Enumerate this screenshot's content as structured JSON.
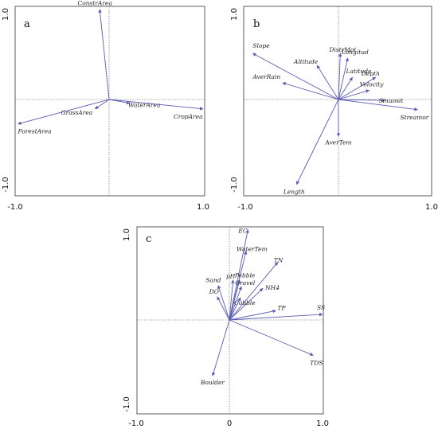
{
  "chart_data": [
    {
      "type": "biplot",
      "panel": "a",
      "xlim": [
        -1.0,
        1.0
      ],
      "ylim": [
        -1.0,
        1.0
      ],
      "x_ticks": [
        "-1.0",
        "1.0"
      ],
      "y_ticks": [
        "1.0",
        "-1.0"
      ],
      "vectors": [
        {
          "name": "ConstrArea",
          "x": -0.1,
          "y": 0.96
        },
        {
          "name": "GrassArea",
          "x": -0.15,
          "y": -0.1
        },
        {
          "name": "ForestArea",
          "x": -0.97,
          "y": -0.26
        },
        {
          "name": "WaterArea",
          "x": 0.22,
          "y": -0.04
        },
        {
          "name": "CropArea",
          "x": 1.0,
          "y": -0.1
        }
      ]
    },
    {
      "type": "biplot",
      "panel": "b",
      "xlim": [
        -1.0,
        1.0
      ],
      "ylim": [
        -1.0,
        1.0
      ],
      "x_ticks": [
        "-1.0",
        "1.0"
      ],
      "y_ticks": [
        "1.0",
        "-1.0"
      ],
      "vectors": [
        {
          "name": "Slope",
          "x": -0.92,
          "y": 0.5
        },
        {
          "name": "AverRain",
          "x": -0.6,
          "y": 0.18
        },
        {
          "name": "Altitude",
          "x": -0.23,
          "y": 0.37
        },
        {
          "name": "DistrMot",
          "x": 0.02,
          "y": 0.5
        },
        {
          "name": "Longitud",
          "x": 0.1,
          "y": 0.45
        },
        {
          "name": "Latitude",
          "x": 0.15,
          "y": 0.24
        },
        {
          "name": "Depth",
          "x": 0.4,
          "y": 0.24
        },
        {
          "name": "Velocity",
          "x": 0.33,
          "y": 0.1
        },
        {
          "name": "Sinuosit",
          "x": 0.5,
          "y": -0.01
        },
        {
          "name": "Streamor",
          "x": 0.85,
          "y": -0.11
        },
        {
          "name": "AverTem",
          "x": 0.0,
          "y": -0.4
        },
        {
          "name": "Length",
          "x": -0.45,
          "y": -0.92
        }
      ]
    },
    {
      "type": "biplot",
      "panel": "c",
      "xlim": [
        -1.0,
        1.0
      ],
      "ylim": [
        -1.0,
        1.0
      ],
      "x_ticks": [
        "-1.0",
        "0",
        "1.0"
      ],
      "y_ticks": [
        "1.0",
        "-1.0"
      ],
      "vectors": [
        {
          "name": "EC",
          "x": 0.2,
          "y": 0.97
        },
        {
          "name": "WaterTem",
          "x": 0.18,
          "y": 0.74
        },
        {
          "name": "TN",
          "x": 0.52,
          "y": 0.62
        },
        {
          "name": "Pebble",
          "x": 0.11,
          "y": 0.43
        },
        {
          "name": "pH",
          "x": 0.04,
          "y": 0.43
        },
        {
          "name": "Sand",
          "x": -0.12,
          "y": 0.37
        },
        {
          "name": "Gravel",
          "x": 0.13,
          "y": 0.36
        },
        {
          "name": "NH4",
          "x": 0.36,
          "y": 0.34
        },
        {
          "name": "Cobble",
          "x": 0.12,
          "y": 0.24
        },
        {
          "name": "DO",
          "x": -0.13,
          "y": 0.25
        },
        {
          "name": "TP",
          "x": 0.5,
          "y": 0.1
        },
        {
          "name": "SS",
          "x": 1.0,
          "y": 0.06
        },
        {
          "name": "TDS",
          "x": 0.9,
          "y": -0.38
        },
        {
          "name": "Boulder",
          "x": -0.18,
          "y": -0.6
        }
      ]
    }
  ]
}
